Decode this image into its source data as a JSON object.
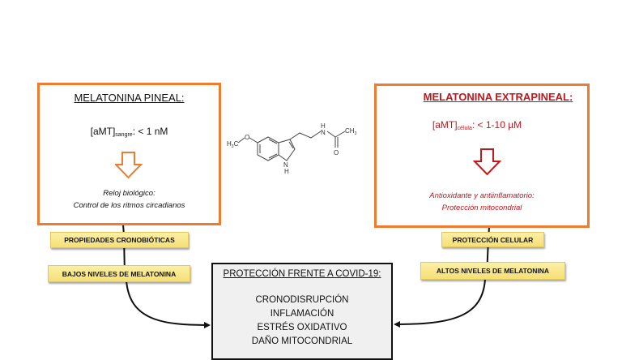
{
  "left_box": {
    "title": "MELATONINA PINEAL:",
    "concentration_prefix": "[aMT]",
    "concentration_subscript": "sangre",
    "concentration_value": ": < 1 nM",
    "description_line1": "Reloj biológico:",
    "description_line2": "Control de los ritmos circadianos",
    "arrow_icon": "down-arrow-outline",
    "color": "#ee7b2e"
  },
  "right_box": {
    "title": "MELATONINA EXTRAPINEAL:",
    "concentration_prefix": "[aMT]",
    "concentration_subscript": "célula",
    "concentration_value": ": < 1-10 µM",
    "description_line1": "Antioxidante y antiinflamatorio:",
    "description_line2": "Protección mitocondrial",
    "arrow_icon": "down-arrow-outline",
    "color": "#c0171c"
  },
  "molecule": {
    "name": "melatonin structure",
    "labels": {
      "methyl_left": "H3C",
      "oxygen_ether": "O",
      "nh_ring": "H",
      "n_ring": "N",
      "nh_amide": "H",
      "n_amide": "N",
      "oxygen_carbonyl": "O",
      "methyl_right": "CH3"
    }
  },
  "labels": {
    "left_top": "PROPIEDADES CRONOBIÓTICAS",
    "left_bottom": "BAJOS NIVELES DE MELATONINA",
    "right_top": "PROTECCIÓN CELULAR",
    "right_bottom": "ALTOS NIVELES DE MELATONINA"
  },
  "center_box": {
    "title": "PROTECCIÓN FRENTE A COVID-19:",
    "items": [
      "CRONODISRUPCIÓN",
      "INFLAMACIÓN",
      "ESTRÉS OXIDATIVO",
      "DAÑO MITOCONDRIAL"
    ]
  }
}
